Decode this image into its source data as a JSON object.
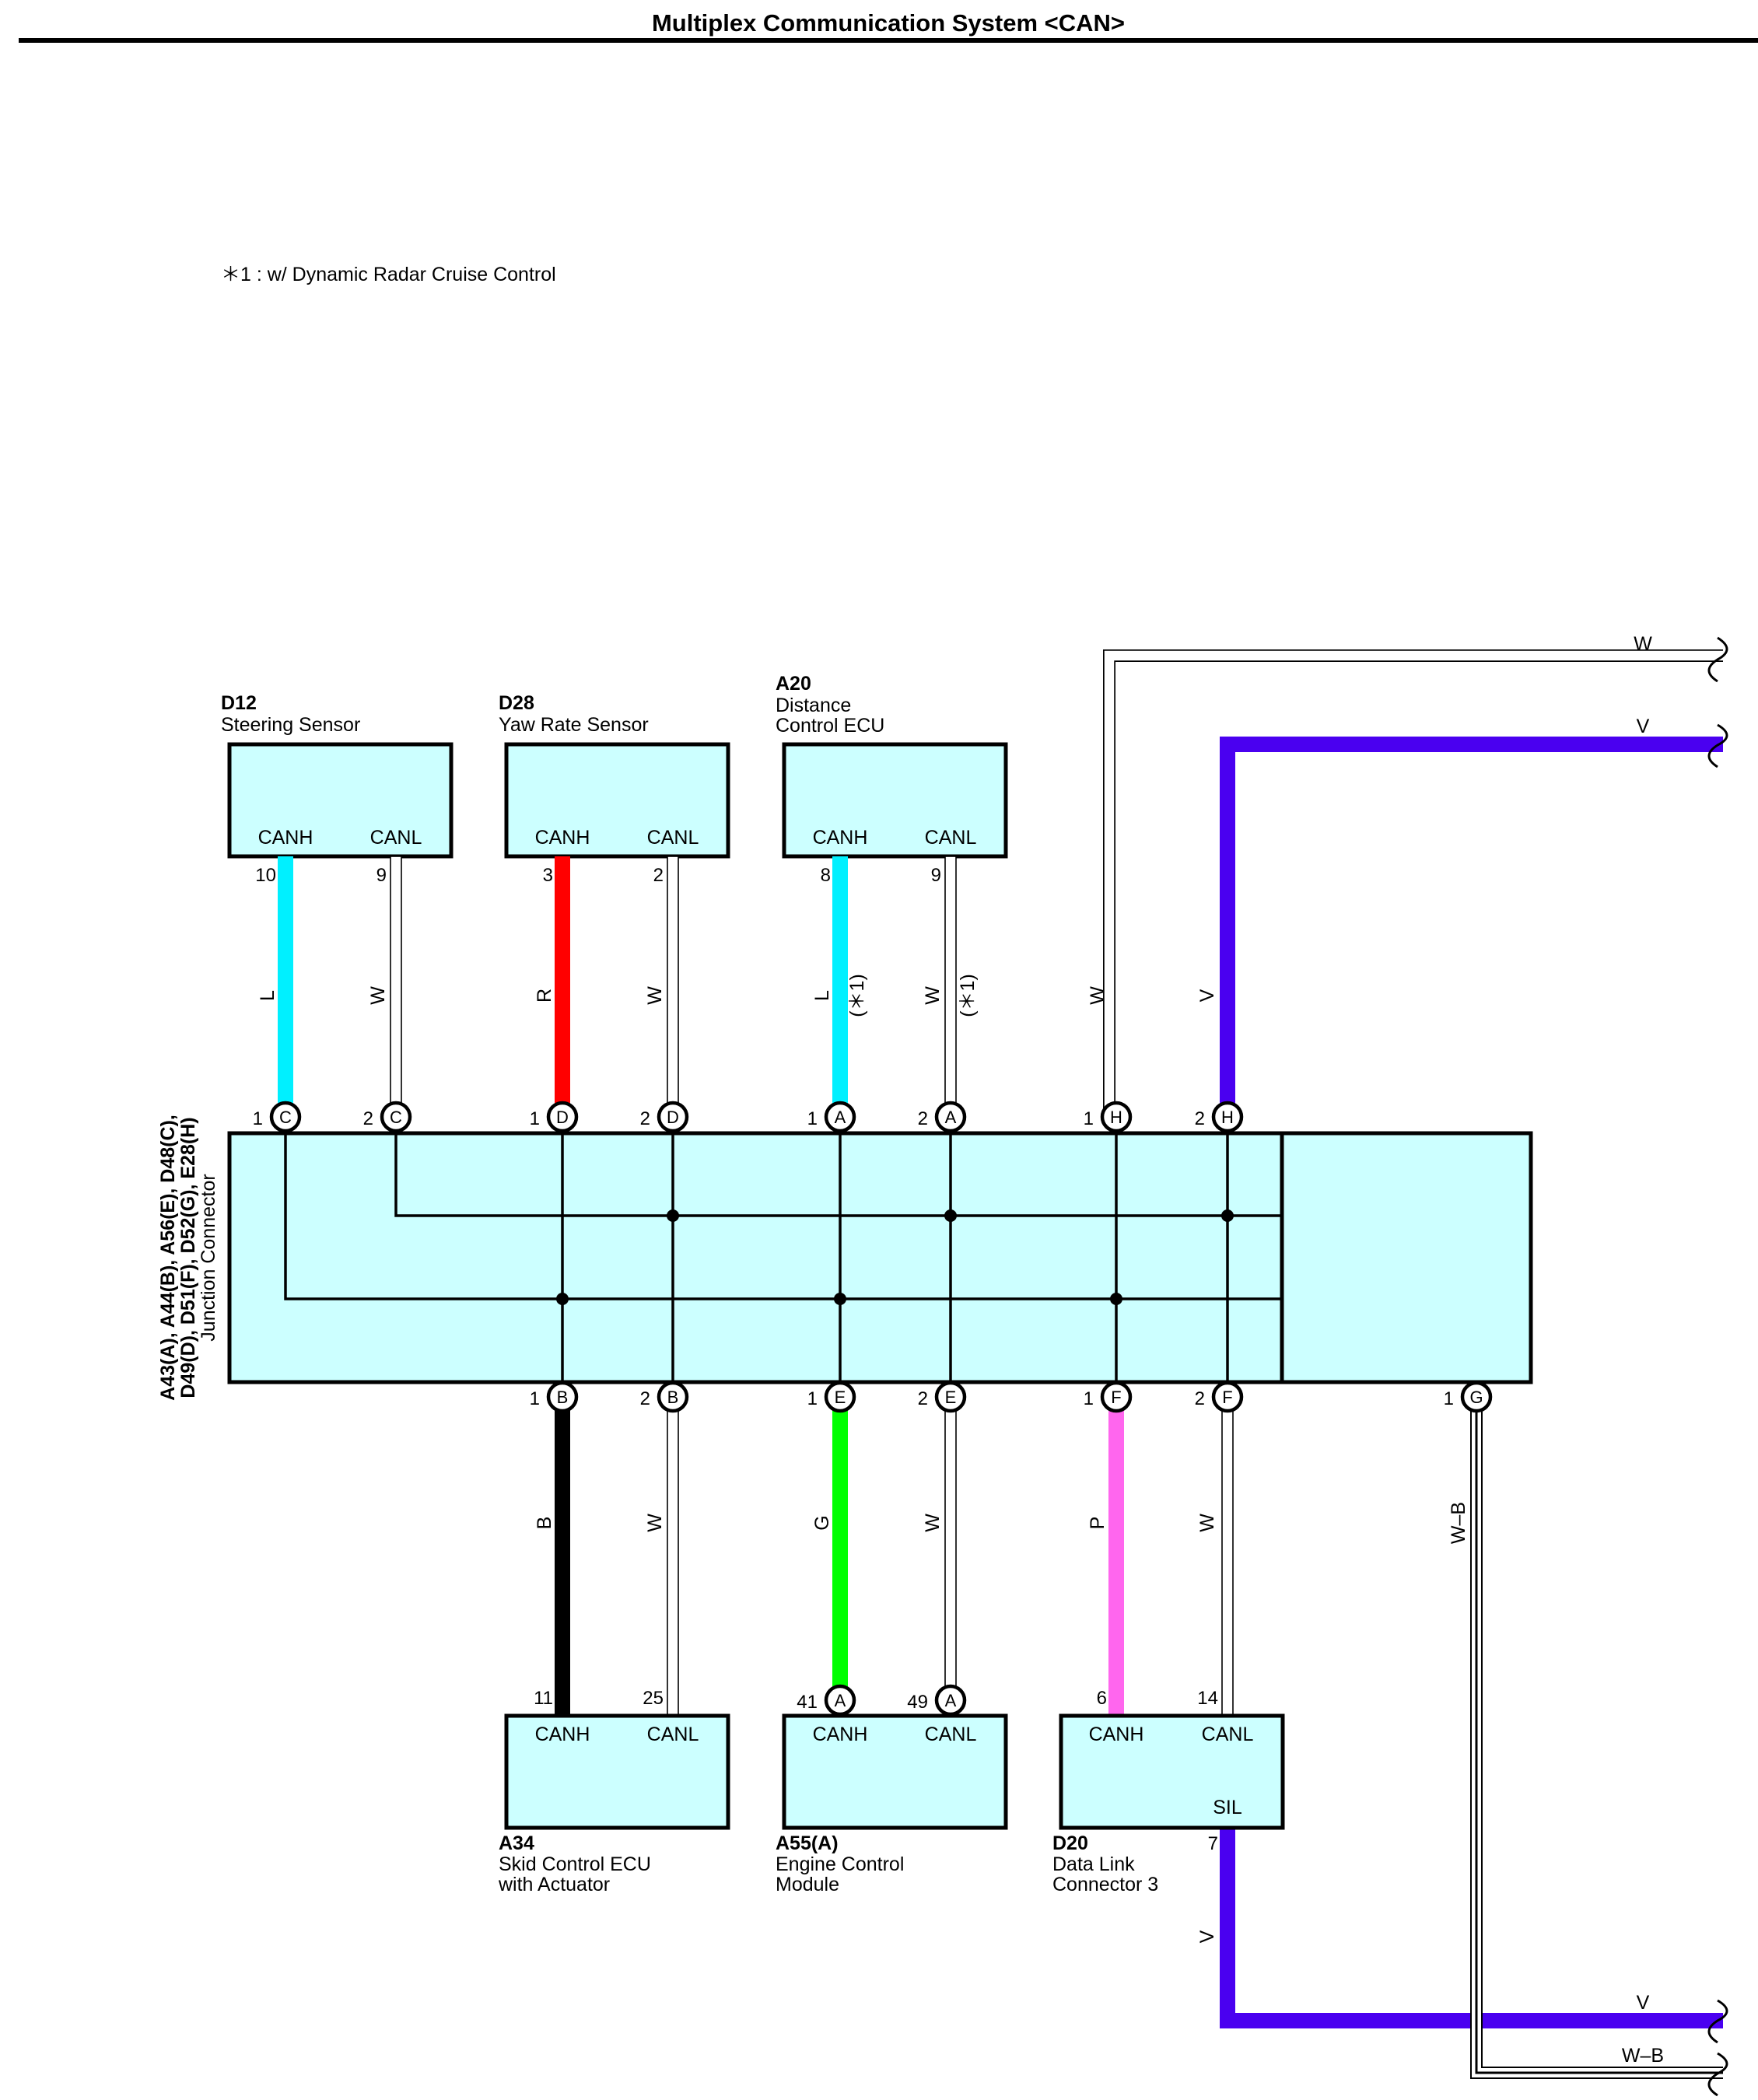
{
  "header": {
    "title": "Multiplex Communication System <CAN>"
  },
  "note": "＊1 : w/ Dynamic Radar Cruise Control",
  "colors": {
    "L": "#00f0ff",
    "R": "#ff0000",
    "V": "#4a00f0",
    "B": "#000000",
    "G": "#00ff00",
    "P": "#ff66ee",
    "W": "#ffffff",
    "W-B": "#ffffff",
    "box_fill": "#ccffff"
  },
  "components": {
    "d12": {
      "code": "D12",
      "name": [
        "Steering Sensor"
      ],
      "pins": {
        "canh": "CANH",
        "canl": "CANL"
      },
      "pin_numbers": [
        "10",
        "9"
      ]
    },
    "d28": {
      "code": "D28",
      "name": [
        "Yaw Rate Sensor"
      ],
      "pins": {
        "canh": "CANH",
        "canl": "CANL"
      },
      "pin_numbers": [
        "3",
        "2"
      ]
    },
    "a20": {
      "code": "A20",
      "name": [
        "Distance",
        "Control ECU"
      ],
      "pins": {
        "canh": "CANH",
        "canl": "CANL"
      },
      "pin_numbers": [
        "8",
        "9"
      ]
    },
    "a34": {
      "code": "A34",
      "name": [
        "Skid Control ECU",
        "with Actuator"
      ],
      "pins": {
        "canh": "CANH",
        "canl": "CANL"
      },
      "pin_numbers": [
        "11",
        "25"
      ]
    },
    "a55": {
      "code": "A55(A)",
      "name": [
        "Engine Control",
        "Module"
      ],
      "pins": {
        "canh": "CANH",
        "canl": "CANL"
      },
      "pin_numbers": [
        "41",
        "49"
      ],
      "connector": "A"
    },
    "d20": {
      "code": "D20",
      "name": [
        "Data Link",
        "Connector 3"
      ],
      "pins": {
        "canh": "CANH",
        "canl": "CANL",
        "sil": "SIL"
      },
      "pin_numbers": [
        "6",
        "14",
        "7"
      ]
    }
  },
  "junction": {
    "label": [
      "A43(A), A44(B), A56(E), D48(C),",
      "D49(D), D51(F), D52(G), E28(H)",
      "Junction Connector"
    ],
    "top_connectors": [
      {
        "pin": "1",
        "letter": "C"
      },
      {
        "pin": "2",
        "letter": "C"
      },
      {
        "pin": "1",
        "letter": "D"
      },
      {
        "pin": "2",
        "letter": "D"
      },
      {
        "pin": "1",
        "letter": "A"
      },
      {
        "pin": "2",
        "letter": "A"
      },
      {
        "pin": "1",
        "letter": "H"
      },
      {
        "pin": "2",
        "letter": "H"
      }
    ],
    "bottom_connectors": [
      {
        "pin": "1",
        "letter": "B"
      },
      {
        "pin": "2",
        "letter": "B"
      },
      {
        "pin": "1",
        "letter": "E"
      },
      {
        "pin": "2",
        "letter": "E"
      },
      {
        "pin": "1",
        "letter": "F"
      },
      {
        "pin": "2",
        "letter": "F"
      },
      {
        "pin": "1",
        "letter": "G"
      }
    ]
  },
  "wires": {
    "top": [
      "L",
      "W",
      "R",
      "W",
      "L",
      "W",
      "W",
      "V"
    ],
    "bottom": [
      "B",
      "W",
      "G",
      "W",
      "P",
      "W",
      "W–B"
    ],
    "sil": "V",
    "right_W": "W",
    "right_V_top": "V",
    "right_V_bottom": "V",
    "right_WB": "W–B",
    "option_mark": "(＊1)"
  }
}
